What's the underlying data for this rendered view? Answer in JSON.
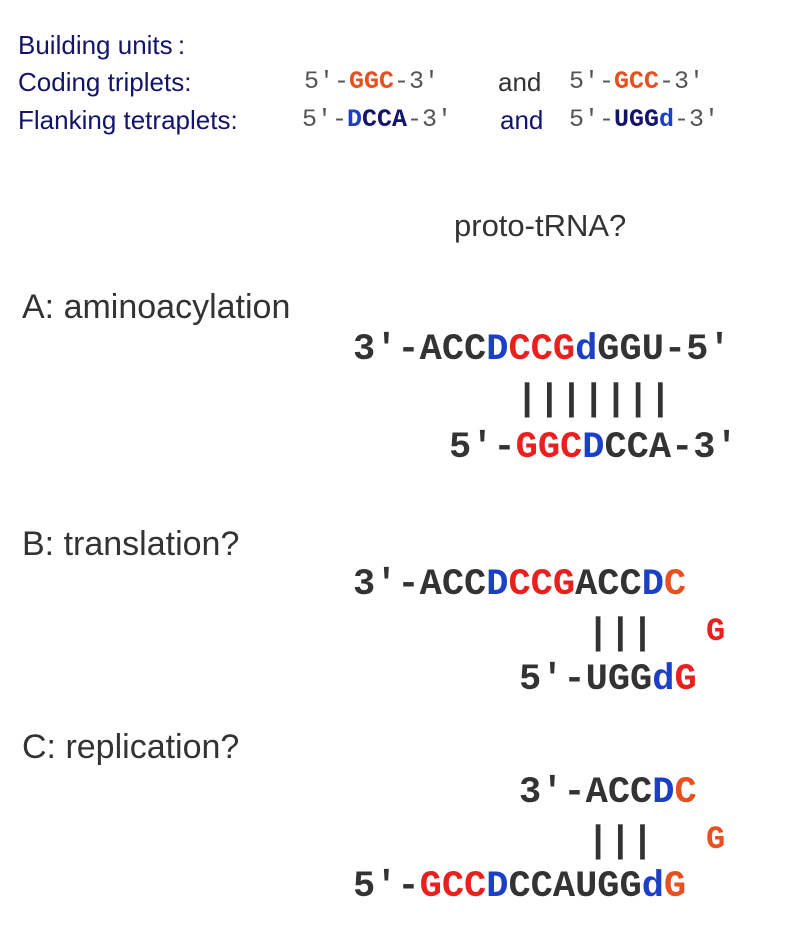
{
  "colors": {
    "dark": "#333333",
    "blue": "#1b3fc6",
    "red": "#e8211f",
    "orange": "#e9501f",
    "navy": "#14146a",
    "gray": "#555555"
  },
  "header": {
    "building_units": "Building units :",
    "coding_label": "Coding triplets:",
    "flanking_label": "Flanking tetraplets:",
    "and": "and",
    "coding_1": [
      {
        "t": "5′-",
        "c": "gray",
        "w": "n"
      },
      {
        "t": "GGC",
        "c": "orange",
        "w": "b"
      },
      {
        "t": "-3′",
        "c": "gray",
        "w": "n"
      }
    ],
    "coding_2": [
      {
        "t": "5′-",
        "c": "gray",
        "w": "n"
      },
      {
        "t": "GCC",
        "c": "orange",
        "w": "b"
      },
      {
        "t": "-3′",
        "c": "gray",
        "w": "n"
      }
    ],
    "flanking_1": [
      {
        "t": "5′-",
        "c": "gray",
        "w": "n"
      },
      {
        "t": "D",
        "c": "blue",
        "w": "b"
      },
      {
        "t": "CCA",
        "c": "navy",
        "w": "b"
      },
      {
        "t": "-3′",
        "c": "gray",
        "w": "n"
      }
    ],
    "flanking_2": [
      {
        "t": "5′-",
        "c": "gray",
        "w": "n"
      },
      {
        "t": "UGG",
        "c": "navy",
        "w": "b"
      },
      {
        "t": "d",
        "c": "blue",
        "w": "b"
      },
      {
        "t": "-3′",
        "c": "gray",
        "w": "n"
      }
    ]
  },
  "title": "proto-tRNA?",
  "sections": {
    "a": {
      "label": "A: aminoacylation",
      "top": [
        {
          "t": "3′-ACC",
          "c": "dark"
        },
        {
          "t": "D",
          "c": "blue"
        },
        {
          "t": "CCG",
          "c": "red"
        },
        {
          "t": "d",
          "c": "blue"
        },
        {
          "t": "GGU-5′",
          "c": "dark"
        }
      ],
      "bars": "|||||||",
      "bottom": [
        {
          "t": "5′-",
          "c": "dark"
        },
        {
          "t": "GGC",
          "c": "red"
        },
        {
          "t": "D",
          "c": "blue"
        },
        {
          "t": "CCA-3′",
          "c": "dark"
        }
      ]
    },
    "b": {
      "label": "B: translation?",
      "top": [
        {
          "t": "3′-ACC",
          "c": "dark"
        },
        {
          "t": "D",
          "c": "blue"
        },
        {
          "t": "CCG",
          "c": "red"
        },
        {
          "t": "ACC",
          "c": "dark"
        },
        {
          "t": "D",
          "c": "blue"
        },
        {
          "t": "C",
          "c": "orange"
        }
      ],
      "bars": "|||",
      "loop": "G",
      "bottom": [
        {
          "t": "5′-UGG",
          "c": "dark"
        },
        {
          "t": "d",
          "c": "blue"
        },
        {
          "t": "G",
          "c": "red"
        }
      ]
    },
    "c": {
      "label": "C: replication?",
      "top": [
        {
          "t": "3′-ACC",
          "c": "dark"
        },
        {
          "t": "D",
          "c": "blue"
        },
        {
          "t": "C",
          "c": "orange"
        }
      ],
      "bars": "|||",
      "loop": "G",
      "bottom": [
        {
          "t": "5′-",
          "c": "dark"
        },
        {
          "t": "GCC",
          "c": "red"
        },
        {
          "t": "D",
          "c": "blue"
        },
        {
          "t": "CCAUGG",
          "c": "dark"
        },
        {
          "t": "d",
          "c": "blue"
        },
        {
          "t": "G",
          "c": "orange"
        }
      ]
    }
  }
}
